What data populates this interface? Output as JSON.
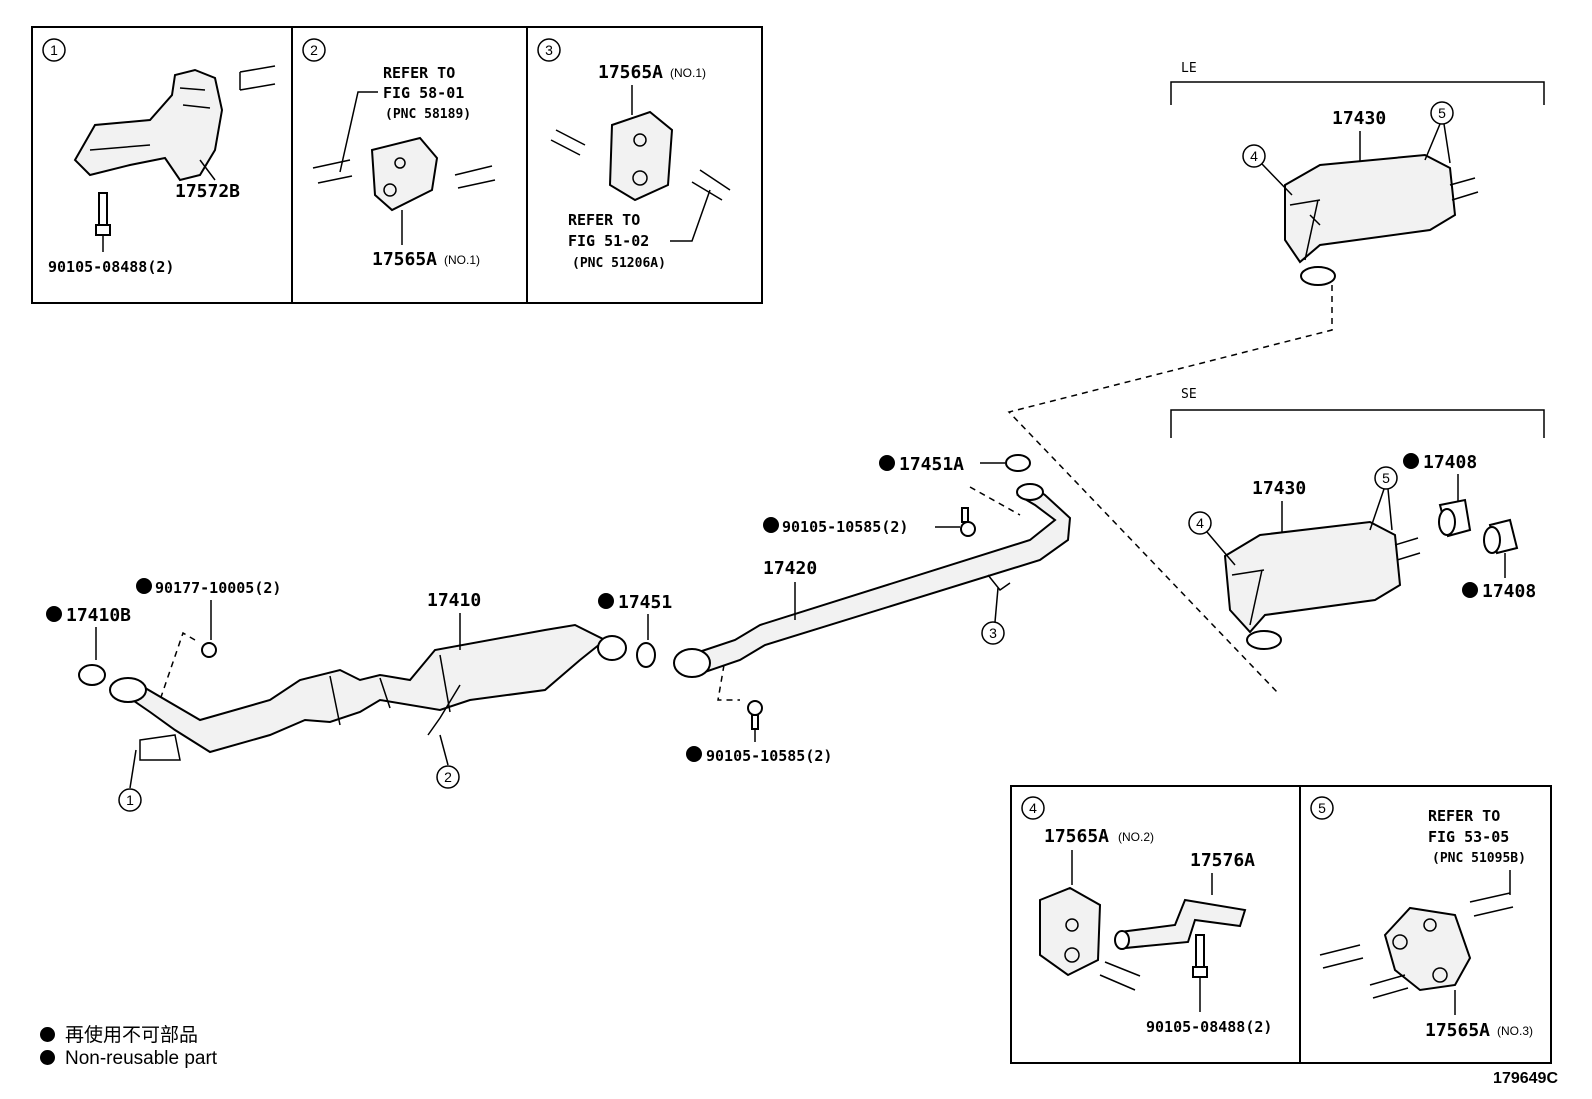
{
  "figure_id": "179649C",
  "legend": [
    {
      "text": "再使用不可部品"
    },
    {
      "text": "Non-reusable part"
    }
  ],
  "insets": {
    "inset1": {
      "num": "1",
      "part_a": "17572B",
      "part_b": "90105-08488(2)"
    },
    "inset2": {
      "num": "2",
      "refer_line1": "REFER TO",
      "refer_line2": "FIG 58-01",
      "refer_pnc": "(PNC 58189)",
      "part": "17565A",
      "part_note": "(NO.1)"
    },
    "inset3": {
      "num": "3",
      "part": "17565A",
      "part_note": "(NO.1)",
      "refer_line1": "REFER TO",
      "refer_line2": "FIG 51-02",
      "refer_pnc": "(PNC 51206A)"
    },
    "inset4": {
      "num": "4",
      "part_a": "17565A",
      "part_a_note": "(NO.2)",
      "part_b": "17576A",
      "part_c": "90105-08488(2)"
    },
    "inset5": {
      "num": "5",
      "refer_line1": "REFER TO",
      "refer_line2": "FIG 53-05",
      "refer_pnc": "(PNC 51095B)",
      "part": "17565A",
      "part_note": "(NO.3)"
    }
  },
  "variants": {
    "le": {
      "title": "LE",
      "muffler": "17430",
      "callout_a": "4",
      "callout_b": "5"
    },
    "se": {
      "title": "SE",
      "muffler": "17430",
      "callout_a": "4",
      "callout_b": "5",
      "tip_a": "17408",
      "tip_b": "17408"
    }
  },
  "main": {
    "p_17410B": "17410B",
    "p_90177": "90177-10005(2)",
    "p_17410": "17410",
    "p_17451": "17451",
    "p_17420": "17420",
    "p_17451A": "17451A",
    "p_90105_upper": "90105-10585(2)",
    "p_90105_lower": "90105-10585(2)",
    "callout_1": "1",
    "callout_2": "2",
    "callout_3": "3"
  }
}
